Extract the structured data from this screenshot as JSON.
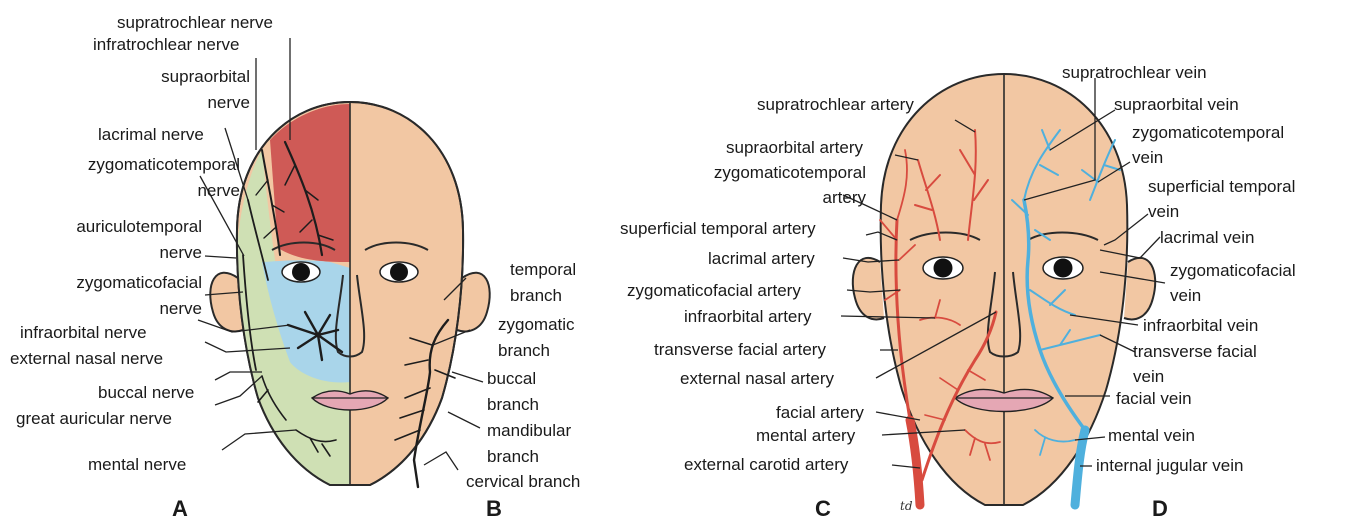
{
  "panels": {
    "a": "A",
    "b": "B",
    "c": "C",
    "d": "D"
  },
  "artist_mark": "td",
  "left_figure": {
    "nerves": [
      {
        "lines": [
          "supratrochlear nerve"
        ]
      },
      {
        "lines": [
          "infratrochlear nerve"
        ]
      },
      {
        "lines": [
          "supraorbital",
          "nerve"
        ]
      },
      {
        "lines": [
          "lacrimal nerve"
        ]
      },
      {
        "lines": [
          "zygomaticotemporal",
          "nerve"
        ]
      },
      {
        "lines": [
          "auriculotemporal",
          "nerve"
        ]
      },
      {
        "lines": [
          "zygomaticofacial",
          "nerve"
        ]
      },
      {
        "lines": [
          "infraorbital nerve"
        ]
      },
      {
        "lines": [
          "external nasal nerve"
        ]
      },
      {
        "lines": [
          "buccal nerve"
        ]
      },
      {
        "lines": [
          "great auricular nerve"
        ]
      },
      {
        "lines": [
          "mental nerve"
        ]
      }
    ],
    "facial_branches": [
      {
        "lines": [
          "temporal",
          "branch"
        ]
      },
      {
        "lines": [
          "zygomatic",
          "branch"
        ]
      },
      {
        "lines": [
          "buccal",
          "branch"
        ]
      },
      {
        "lines": [
          "mandibular",
          "branch"
        ]
      },
      {
        "lines": [
          "cervical branch"
        ]
      }
    ]
  },
  "right_figure": {
    "arteries": [
      {
        "lines": [
          "supratrochlear artery"
        ]
      },
      {
        "lines": [
          "supraorbital artery"
        ]
      },
      {
        "lines": [
          "zygomaticotemporal",
          "artery"
        ]
      },
      {
        "lines": [
          "superficial temporal artery"
        ]
      },
      {
        "lines": [
          "lacrimal artery"
        ]
      },
      {
        "lines": [
          "zygomaticofacial artery"
        ]
      },
      {
        "lines": [
          "infraorbital artery"
        ]
      },
      {
        "lines": [
          "transverse facial artery"
        ]
      },
      {
        "lines": [
          "external nasal artery"
        ]
      },
      {
        "lines": [
          "facial artery"
        ]
      },
      {
        "lines": [
          "mental artery"
        ]
      },
      {
        "lines": [
          "external carotid artery"
        ]
      }
    ],
    "veins": [
      {
        "lines": [
          "supratrochlear vein"
        ]
      },
      {
        "lines": [
          "supraorbital vein"
        ]
      },
      {
        "lines": [
          "zygomaticotemporal",
          "vein"
        ]
      },
      {
        "lines": [
          "superficial temporal",
          "vein"
        ]
      },
      {
        "lines": [
          "lacrimal vein"
        ]
      },
      {
        "lines": [
          "zygomaticofacial",
          "vein"
        ]
      },
      {
        "lines": [
          "infraorbital vein"
        ]
      },
      {
        "lines": [
          "transverse facial",
          "vein"
        ]
      },
      {
        "lines": [
          "facial vein"
        ]
      },
      {
        "lines": [
          "mental vein"
        ]
      },
      {
        "lines": [
          "internal jugular vein"
        ]
      }
    ]
  },
  "colors": {
    "skin": "#f2c7a3",
    "nerve_region_red": "#cf5a56",
    "nerve_region_green": "#cfe0b4",
    "nerve_region_blue": "#a9d5ea",
    "artery": "#d84b3f",
    "vein": "#4fb0dd",
    "lips": "#e5a7b4"
  }
}
